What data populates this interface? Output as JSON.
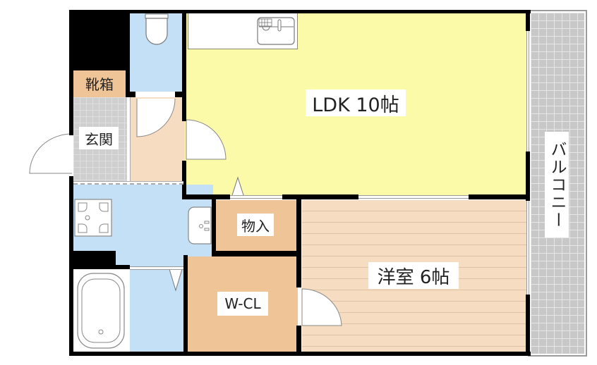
{
  "floorplan": {
    "colors": {
      "ldk": "#fafaa8",
      "water_area": "#c3e0f7",
      "storage": "#efc496",
      "shoe_box": "#efc496",
      "hallway": "#f6dcc0",
      "western_room": "#f6dcc0",
      "balcony": "#c8c8c8",
      "wall": "#000000"
    },
    "rooms": {
      "ldk": {
        "label": "LDK 10帖"
      },
      "western_room": {
        "label": "洋室 6帖"
      },
      "entrance": {
        "label": "玄関"
      },
      "shoe_box": {
        "label": "靴箱"
      },
      "storage": {
        "label": "物入"
      },
      "walk_in_closet": {
        "label": "W-CL"
      },
      "balcony": {
        "label": "バルコニー"
      }
    },
    "fixtures": [
      "toilet-icon",
      "kitchen-sink-icon",
      "washing-machine-pan-icon",
      "washbasin-icon",
      "bathtub-icon"
    ]
  }
}
